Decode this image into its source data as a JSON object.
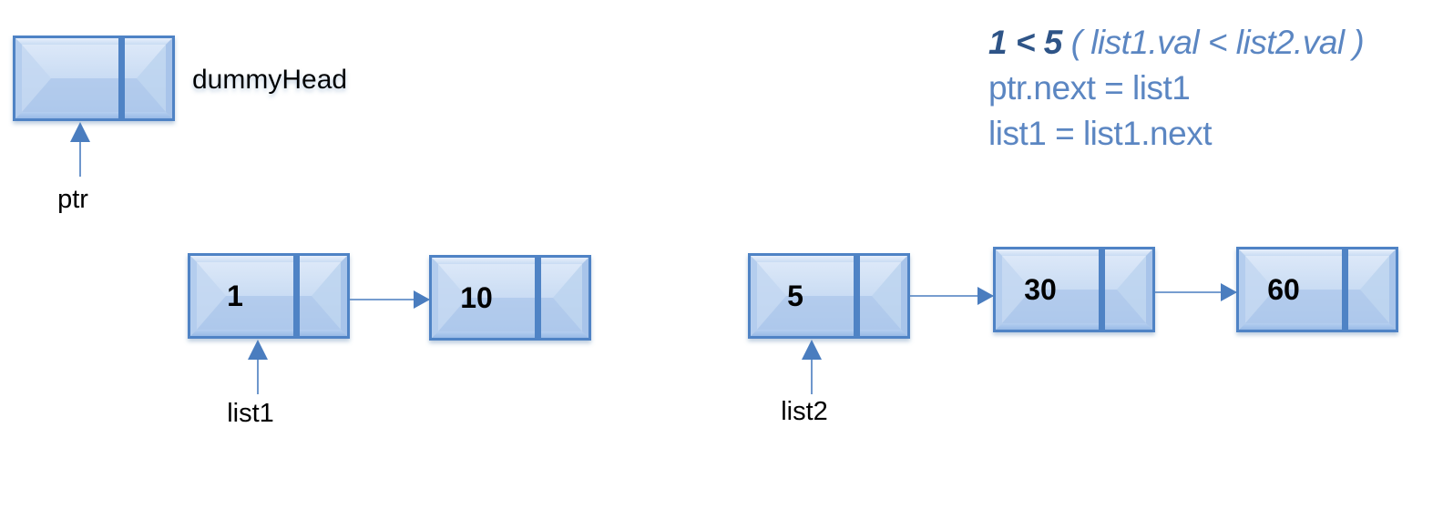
{
  "title": "",
  "colors": {
    "node_fill_light": "#d8e6f7",
    "node_fill_dark": "#9dbde6",
    "node_border": "#4f83c5",
    "node_divider": "#4f83c5",
    "arrow": "#4a7dbf",
    "code_text": "#5b86c2",
    "code_emphasis": "#2e5487",
    "label_text": "#000000"
  },
  "nodes": [
    {
      "id": "dummy",
      "value": "",
      "name": "dummyHead"
    },
    {
      "id": "l1a",
      "value": "1"
    },
    {
      "id": "l1b",
      "value": "10"
    },
    {
      "id": "l2a",
      "value": "5"
    },
    {
      "id": "l2b",
      "value": "30"
    },
    {
      "id": "l2c",
      "value": "60"
    }
  ],
  "links": [
    {
      "from": "l1a",
      "to": "l1b"
    },
    {
      "from": "l2a",
      "to": "l2b"
    },
    {
      "from": "l2b",
      "to": "l2c"
    }
  ],
  "pointers": [
    {
      "target": "dummy",
      "label": "ptr"
    },
    {
      "target": "l1a",
      "label": "list1"
    },
    {
      "target": "l2a",
      "label": "list2"
    }
  ],
  "code": {
    "comparison_emph": "1 < 5",
    "comparison_desc": " ( list1.val < list2.val )",
    "line2": "ptr.next = list1",
    "line3": "list1 = list1.next"
  }
}
